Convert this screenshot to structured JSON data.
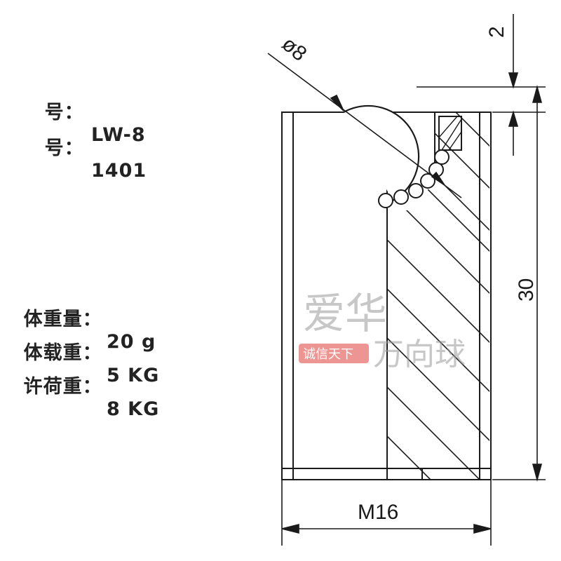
{
  "specs": [
    {
      "label": "号：",
      "value": "LW-8"
    },
    {
      "label": "号：",
      "value": "1401"
    },
    {
      "label": "体重量：",
      "value": "20 g"
    },
    {
      "label": "体载重：",
      "value": "5 KG"
    },
    {
      "label": "许荷重：",
      "value": "8 KG"
    }
  ],
  "dimensions": {
    "ball_diameter": "ø8",
    "top_offset": "2",
    "height": "30",
    "thread": "M16"
  },
  "watermark": {
    "logo_text": "爱华",
    "brand_text": "万向球",
    "stamp_text": "诚信天下"
  },
  "colors": {
    "line": "#1a1a1a",
    "stamp": "#e0403a",
    "watermark": "#bdbdbd"
  }
}
